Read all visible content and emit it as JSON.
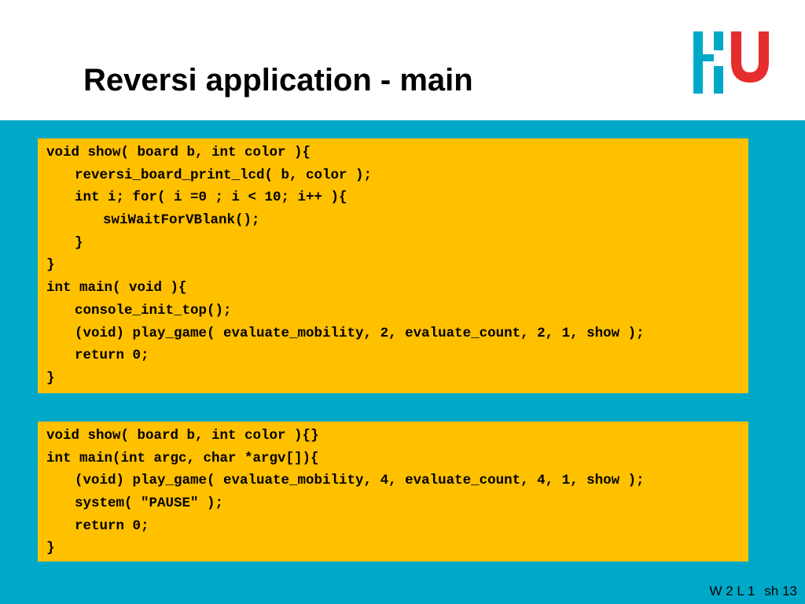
{
  "slide": {
    "title": "Reversi application - main",
    "logo_name": "hu-logo",
    "colors": {
      "background": "#00a8c8",
      "code_box": "#ffc000",
      "logo_blue": "#00a8c8",
      "logo_red": "#e62d2d"
    },
    "code_blocks": [
      {
        "lines": [
          {
            "indent": 0,
            "text": "void show( board b, int color ){"
          },
          {
            "indent": 1,
            "text": "reversi_board_print_lcd( b, color );"
          },
          {
            "indent": 1,
            "text": "int i; for( i =0 ; i < 10; i++ ){"
          },
          {
            "indent": 2,
            "text": "swiWaitForVBlank();"
          },
          {
            "indent": 1,
            "text": "}"
          },
          {
            "indent": 0,
            "text": "}"
          },
          {
            "indent": 0,
            "text": "int main( void ){"
          },
          {
            "indent": 1,
            "text": "console_init_top();"
          },
          {
            "indent": 1,
            "text": "(void) play_game( evaluate_mobility, 2, evaluate_count, 2, 1, show );"
          },
          {
            "indent": 1,
            "text": "return 0;"
          },
          {
            "indent": 0,
            "text": "}"
          }
        ]
      },
      {
        "lines": [
          {
            "indent": 0,
            "text": "void show( board b, int color ){}"
          },
          {
            "indent": 0,
            "text": "int main(int argc, char *argv[]){"
          },
          {
            "indent": 1,
            "text": "(void) play_game( evaluate_mobility, 4, evaluate_count, 4, 1, show );"
          },
          {
            "indent": 1,
            "text": "system( \"PAUSE\" );"
          },
          {
            "indent": 1,
            "text": "return 0;"
          },
          {
            "indent": 0,
            "text": "}"
          }
        ]
      }
    ],
    "footer": {
      "label": "W 2 L 1",
      "sheet": "sh 13"
    }
  }
}
